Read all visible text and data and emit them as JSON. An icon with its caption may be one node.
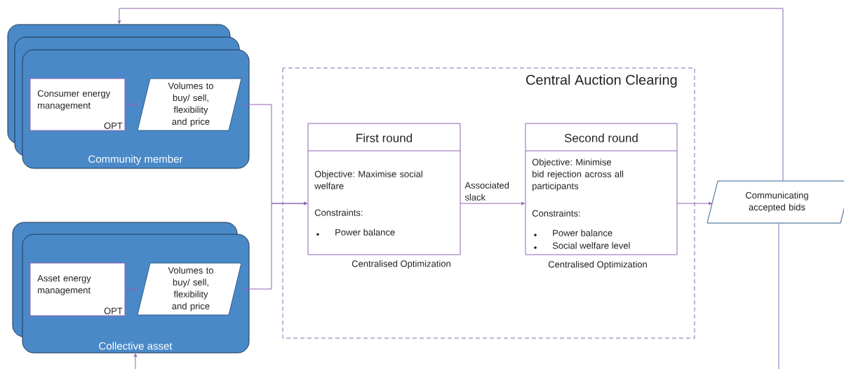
{
  "diagram": {
    "nodes": [
      {
        "text": [
          "Community member"
        ]
      },
      {
        "text": [
          "Consumer energy management",
          "OPT"
        ],
        "in": 0
      },
      {
        "text": [
          "Volumes to buy/ sell, flexibility and price"
        ],
        "in": 0
      },
      {
        "text": [
          "Collective asset"
        ]
      },
      {
        "text": [
          "Asset energy management",
          "OPT"
        ],
        "in": 3
      },
      {
        "text": [
          "Volumes to buy/ sell, flexibility and price"
        ],
        "in": 3
      },
      {
        "text": [
          "Central Auction Clearing"
        ]
      },
      {
        "text": [
          "First round",
          "Objective: Maximise social welfare",
          "Constraints:",
          "Power balance"
        ],
        "beside": [
          "Centralised Optimization"
        ],
        "in": 6
      },
      {
        "text": [
          "Second round",
          "Objective: Minimise bid rejection across all participants",
          "Constraints:",
          "Power balance",
          "Social welfare level"
        ],
        "beside": [
          "Centralised Optimization"
        ],
        "in": 6
      },
      {
        "text": [
          "Communicating accepted bids"
        ]
      }
    ],
    "edges": [
      {
        "from": 1,
        "to": 2,
        "arrow": "to"
      },
      {
        "from": 4,
        "to": 5,
        "arrow": "to"
      },
      {
        "from": 2,
        "to": 7,
        "arrow": "to"
      },
      {
        "from": 5,
        "to": 7,
        "arrow": "to"
      },
      {
        "from": 7,
        "to": 8,
        "arrow": "to",
        "label": "Associated slack"
      },
      {
        "from": 8,
        "to": 9,
        "arrow": "to"
      },
      {
        "from": 9,
        "to": 0,
        "arrow": "to"
      },
      {
        "from": 9,
        "to": 3,
        "arrow": "to"
      }
    ]
  }
}
